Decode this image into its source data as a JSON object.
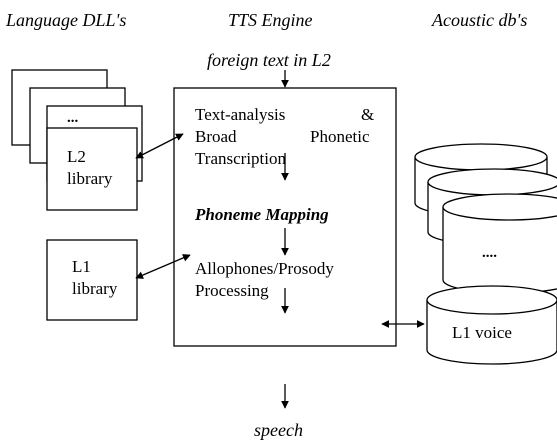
{
  "headers": {
    "language_dlls": "Language DLL's",
    "tts_engine": "TTS Engine",
    "acoustic_dbs": "Acoustic db's"
  },
  "input_label": "foreign text in L2",
  "output_label": "speech",
  "stack_ellipsis": "...",
  "l2_library": {
    "line1": "L2",
    "line2": "library"
  },
  "l1_library": {
    "line1": "L1",
    "line2": "library"
  },
  "engine": {
    "text_analysis_line1": "Text-analysis",
    "text_analysis_amp": "&",
    "text_analysis_line2a": "Broad",
    "text_analysis_line2b": "Phonetic",
    "text_analysis_line3": "Transcription",
    "phoneme_mapping": "Phoneme Mapping",
    "allophones_line1": "Allophones/Prosody",
    "allophones_line2": "Processing"
  },
  "acoustic": {
    "ellipsis": "....",
    "l1_voice": "L1 voice"
  }
}
